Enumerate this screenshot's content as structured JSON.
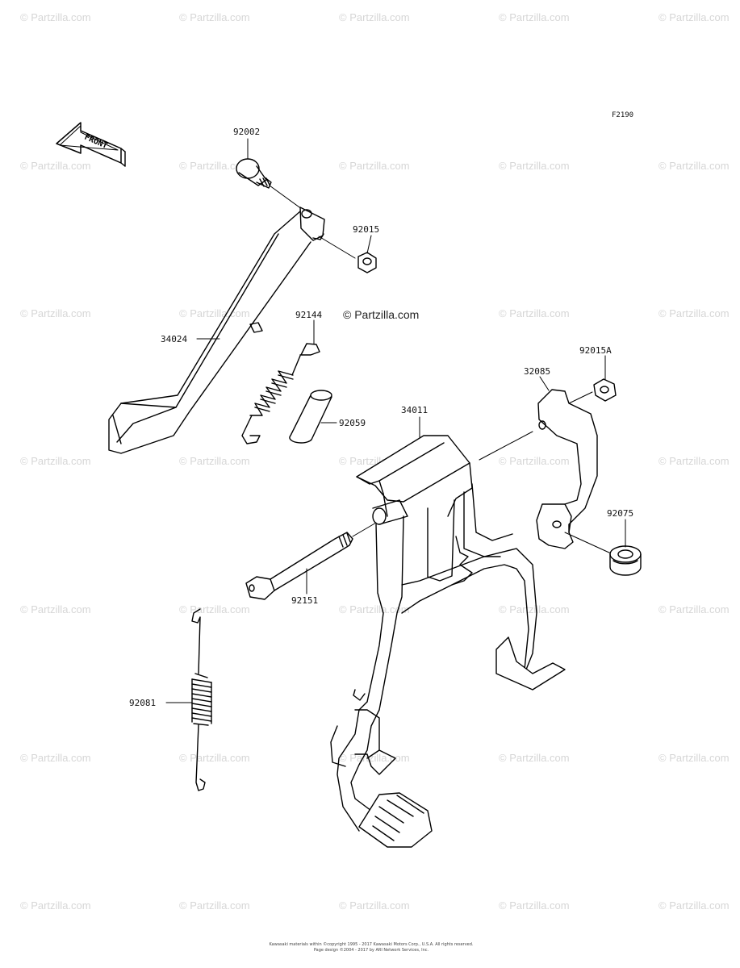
{
  "figure_code": "F2190",
  "watermark": {
    "text": "© Partzilla.com",
    "center_text": "© Partzilla.com"
  },
  "front_arrow": {
    "text": "FRONT"
  },
  "parts": {
    "p92002": "92002",
    "p92015": "92015",
    "p34024": "34024",
    "p92144": "92144",
    "p92015A": "92015A",
    "p32085": "32085",
    "p34011": "34011",
    "p92059": "92059",
    "p92075": "92075",
    "p92151": "92151",
    "p92081": "92081"
  },
  "copyright": {
    "line1": "Kawasaki materials within ©copyright 1995 - 2017 Kawasaki Motors Corp., U.S.A. All rights reserved.",
    "line2": "Page design ©2004 - 2017 by ARI Network Services, Inc."
  }
}
